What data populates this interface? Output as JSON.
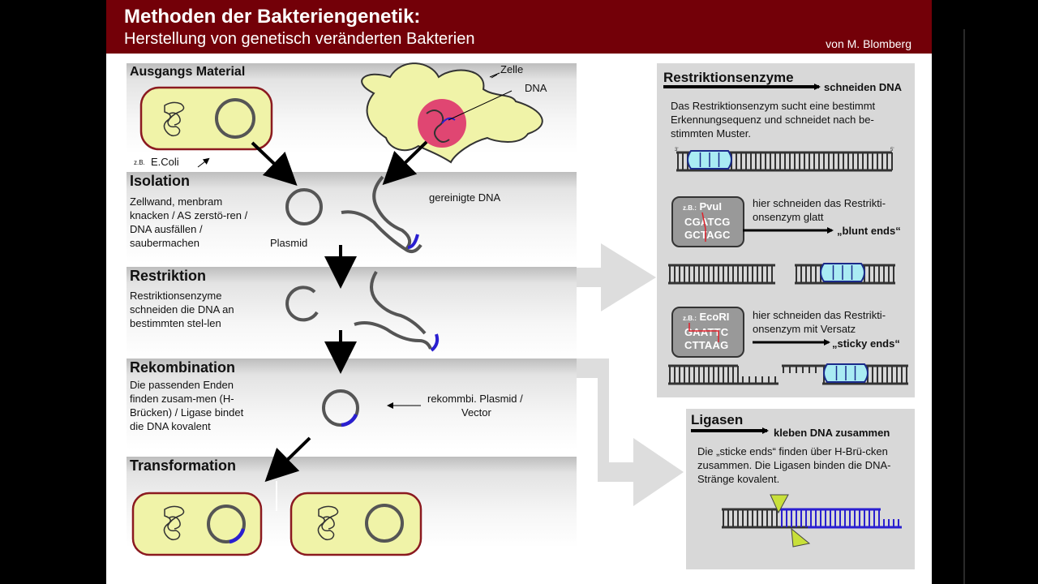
{
  "header": {
    "title": "Methoden der Bakteriengenetik:",
    "subtitle": "Herstellung von genetisch veränderten Bakterien",
    "author": "von M. Blomberg"
  },
  "stages": {
    "ausgangs": {
      "name": "Ausgangs Material",
      "label_zelle": "Zelle",
      "label_dna": "DNA",
      "label_ecoli_prefix": "z.B.",
      "label_ecoli": "E.Coli"
    },
    "isolation": {
      "name": "Isolation",
      "text": "Zellwand, menbram knacken / AS zerstö-ren / DNA ausfällen / saubermachen",
      "label_plasmid": "Plasmid",
      "label_dna": "gereinigte DNA"
    },
    "restriktion": {
      "name": "Restriktion",
      "text": "Restriktionsenzyme schneiden die DNA an bestimmten stel-len"
    },
    "rekombination": {
      "name": "Rekombination",
      "text": "Die passenden Enden finden zusam-men (H-Brücken) / Ligase bindet die DNA kovalent",
      "label_vector_1": "rekommbi. Plasmid /",
      "label_vector_2": "Vector"
    },
    "transformation": {
      "name": "Transformation"
    }
  },
  "restriktionsenzyme": {
    "title": "Restriktionsenzyme",
    "action": "schneiden DNA",
    "text": "Das Restriktionsenzym sucht eine bestimmt Erkennungsequenz und schneidet nach be-stimmten Muster.",
    "pvul": {
      "prefix": "z.B.:",
      "name": "PvuI",
      "seq_top": "CGATCG",
      "seq_bottom": "GCTAGC",
      "desc": "hier schneiden das Restrikti-onsenzym glatt",
      "result": "„blunt ends“"
    },
    "ecori": {
      "prefix": "z.B.:",
      "name": "EcoRI",
      "seq_top": "GAATTC",
      "seq_bottom": "CTTAAG",
      "desc": "hier schneiden das Restrikti-onsenzym mit Versatz",
      "result": "„sticky ends“"
    },
    "strand_end_3": "3'",
    "strand_end_5": "5'"
  },
  "ligasen": {
    "title": "Ligasen",
    "action": "kleben DNA zusammen",
    "text": "Die „sticke ends“ finden über H-Brü-cken zusammen. Die Ligasen binden die DNA-Stränge kovalent."
  },
  "colors": {
    "header": "#730008",
    "cell": "#f0f3a8",
    "cell_border": "#8b1a20",
    "nucleus": "#e04672",
    "blue_dna": "#2a1fd0",
    "dna_grey": "#555555",
    "enzyme": "#a9ebf3",
    "panel": "#d8d8d8",
    "arrow": "#dddddd",
    "enzyme_box": "#999999",
    "cut": "#e0202a",
    "ligase": "#c8e03a"
  }
}
